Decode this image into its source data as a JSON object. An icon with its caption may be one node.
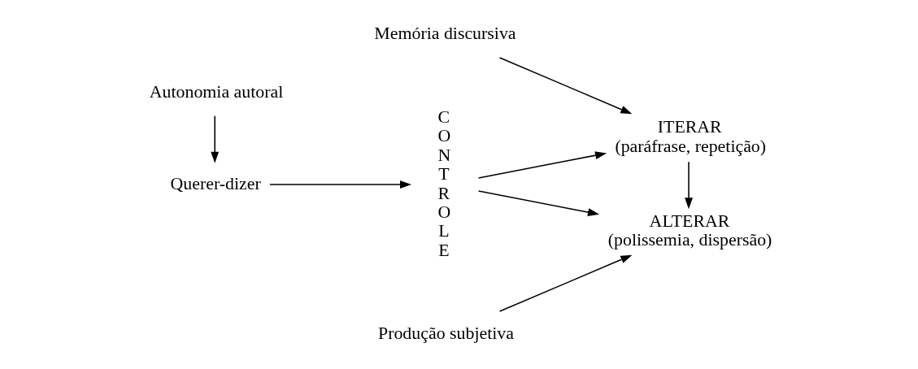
{
  "diagram": {
    "nodes": [
      {
        "text": [
          "Autonomia autoral"
        ]
      },
      {
        "text": [
          "Querer-dizer"
        ]
      },
      {
        "text": [
          "CONTROLE"
        ]
      },
      {
        "text": [
          "ITERAR",
          "(paráfrase, repetição)"
        ]
      },
      {
        "text": [
          "ALTERAR",
          "(polissemia, dispersão)"
        ]
      },
      {
        "text": [
          "Memória discursiva"
        ]
      },
      {
        "text": [
          "Produção subjetiva"
        ]
      }
    ],
    "edges": [
      {
        "from": 0,
        "to": 1,
        "arrow": "to"
      },
      {
        "from": 1,
        "to": 2,
        "arrow": "to"
      },
      {
        "from": 2,
        "to": 3,
        "arrow": "to"
      },
      {
        "from": 2,
        "to": 4,
        "arrow": "to"
      },
      {
        "from": 3,
        "to": 4,
        "arrow": "to"
      },
      {
        "from": 5,
        "to": 3,
        "arrow": "to"
      },
      {
        "from": 6,
        "to": 4,
        "arrow": "to"
      }
    ]
  }
}
